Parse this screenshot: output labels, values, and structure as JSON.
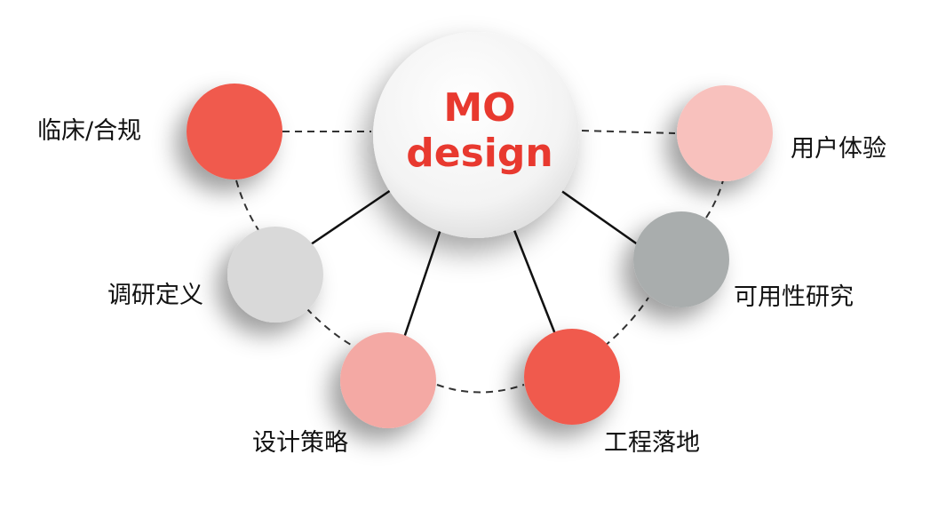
{
  "center": {
    "line1": "MO",
    "line2": "design",
    "text_color": "#e8392f"
  },
  "nodes": [
    {
      "id": "clinical-compliance",
      "label": "临床/合规",
      "color": "#f05a4e"
    },
    {
      "id": "research-definition",
      "label": "调研定义",
      "color": "#d9d9d9"
    },
    {
      "id": "design-strategy",
      "label": "设计策略",
      "color": "#f4a9a4"
    },
    {
      "id": "engineering-delivery",
      "label": "工程落地",
      "color": "#f05a4e"
    },
    {
      "id": "usability-research",
      "label": "可用性研究",
      "color": "#a9adad"
    },
    {
      "id": "user-experience",
      "label": "用户体验",
      "color": "#f8c1bd"
    }
  ]
}
